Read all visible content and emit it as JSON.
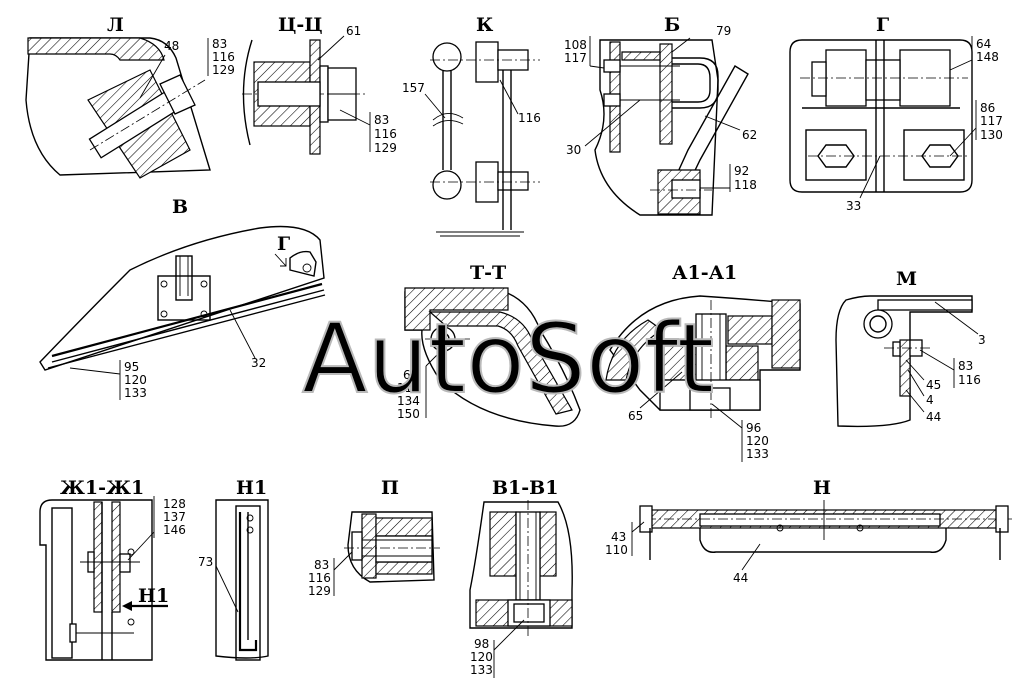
{
  "watermark": "AutoSoft",
  "views": {
    "L": {
      "title": "Л",
      "labels": [
        "48",
        "83",
        "116",
        "129"
      ]
    },
    "CC": {
      "title": "Ц-Ц",
      "labels": [
        "61",
        "83",
        "116",
        "129"
      ]
    },
    "K": {
      "title": "К",
      "labels": [
        "157",
        "116"
      ]
    },
    "B": {
      "title": "Б",
      "labels": [
        "79",
        "108",
        "117",
        "30",
        "62",
        "92",
        "118"
      ]
    },
    "G": {
      "title": "Г",
      "labels": [
        "64",
        "148",
        "86",
        "117",
        "130",
        "33"
      ]
    },
    "V": {
      "title": "В",
      "pointer": "Г",
      "labels": [
        "32",
        "95",
        "120",
        "133"
      ]
    },
    "TT": {
      "title": "Т-Т",
      "labels": [
        "63",
        "112",
        "134",
        "150"
      ]
    },
    "A1": {
      "title": "А1-А1",
      "labels": [
        "65",
        "96",
        "120",
        "133"
      ]
    },
    "M": {
      "title": "М",
      "labels": [
        "3",
        "83",
        "116",
        "45",
        "4",
        "44"
      ]
    },
    "ZH1": {
      "title": "Ж1-Ж1",
      "pointer": "Н1",
      "labels": [
        "128",
        "137",
        "146"
      ]
    },
    "N1": {
      "title": "Н1",
      "labels": [
        "73"
      ]
    },
    "P": {
      "title": "П",
      "labels": [
        "83",
        "116",
        "129"
      ]
    },
    "V1": {
      "title": "В1-В1",
      "labels": [
        "98",
        "120",
        "133"
      ]
    },
    "N": {
      "title": "Н",
      "labels": [
        "43",
        "110",
        "44"
      ]
    }
  }
}
